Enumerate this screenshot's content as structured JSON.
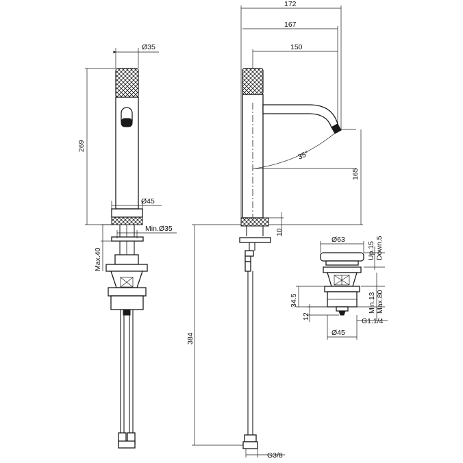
{
  "colors": {
    "line": "#1a1a1a",
    "background": "#ffffff"
  },
  "front_view": {
    "diameter_top": "Ø35",
    "height_269": "269",
    "diameter_base": "Ø45",
    "min_hole": "Min.Ø35",
    "max_40": "Max.40"
  },
  "side_view": {
    "width_172": "172",
    "width_167": "167",
    "width_150": "150",
    "angle": "35°",
    "height_165": "165",
    "offset_10": "10",
    "height_384": "384",
    "thread": "G3/8"
  },
  "waste_detail": {
    "diameter_top": "Ø63",
    "up_down": "Up.15",
    "down": "Down.5",
    "height_34_5": "34.5",
    "height_12": "12",
    "min_13": "Min.13",
    "max_80": "Max.80",
    "thread": "G1.1/4",
    "diameter_base": "Ø45"
  }
}
